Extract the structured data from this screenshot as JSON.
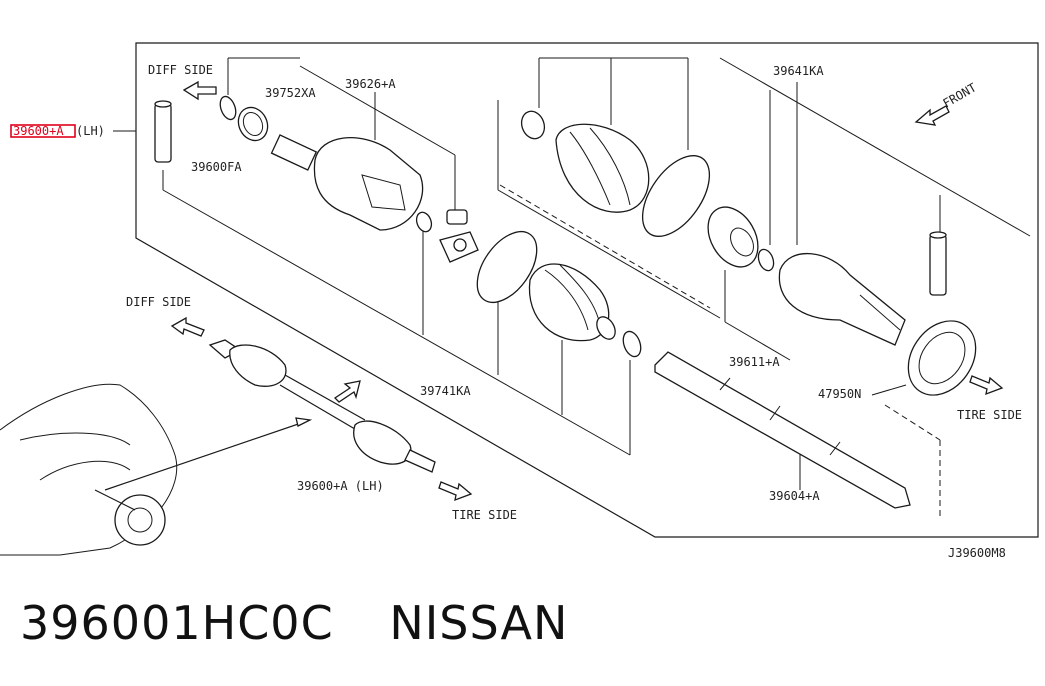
{
  "labels": {
    "diff_side_top": "DIFF SIDE",
    "front": "FRONT",
    "diff_side_mid": "DIFF SIDE",
    "tire_side_right": "TIRE SIDE",
    "tire_side_bottom": "TIRE SIDE",
    "diagram_code": "J39600M8"
  },
  "part_numbers": {
    "p_39600_highlight": "39600+A",
    "p_lh_suffix": "(LH)",
    "p_39752XA": "39752XA",
    "p_39626A": "39626+A",
    "p_39641KA": "39641KA",
    "p_39600FA": "39600FA",
    "p_39611A": "39611+A",
    "p_39741KA": "39741KA",
    "p_47950N": "47950N",
    "p_39600A_LH": "39600+A (LH)",
    "p_39604A": "39604+A"
  },
  "caption": {
    "part_number": "396001HC0C",
    "brand": "NISSAN"
  },
  "colors": {
    "highlight": "#e0001b",
    "line": "#1a1a1a"
  }
}
